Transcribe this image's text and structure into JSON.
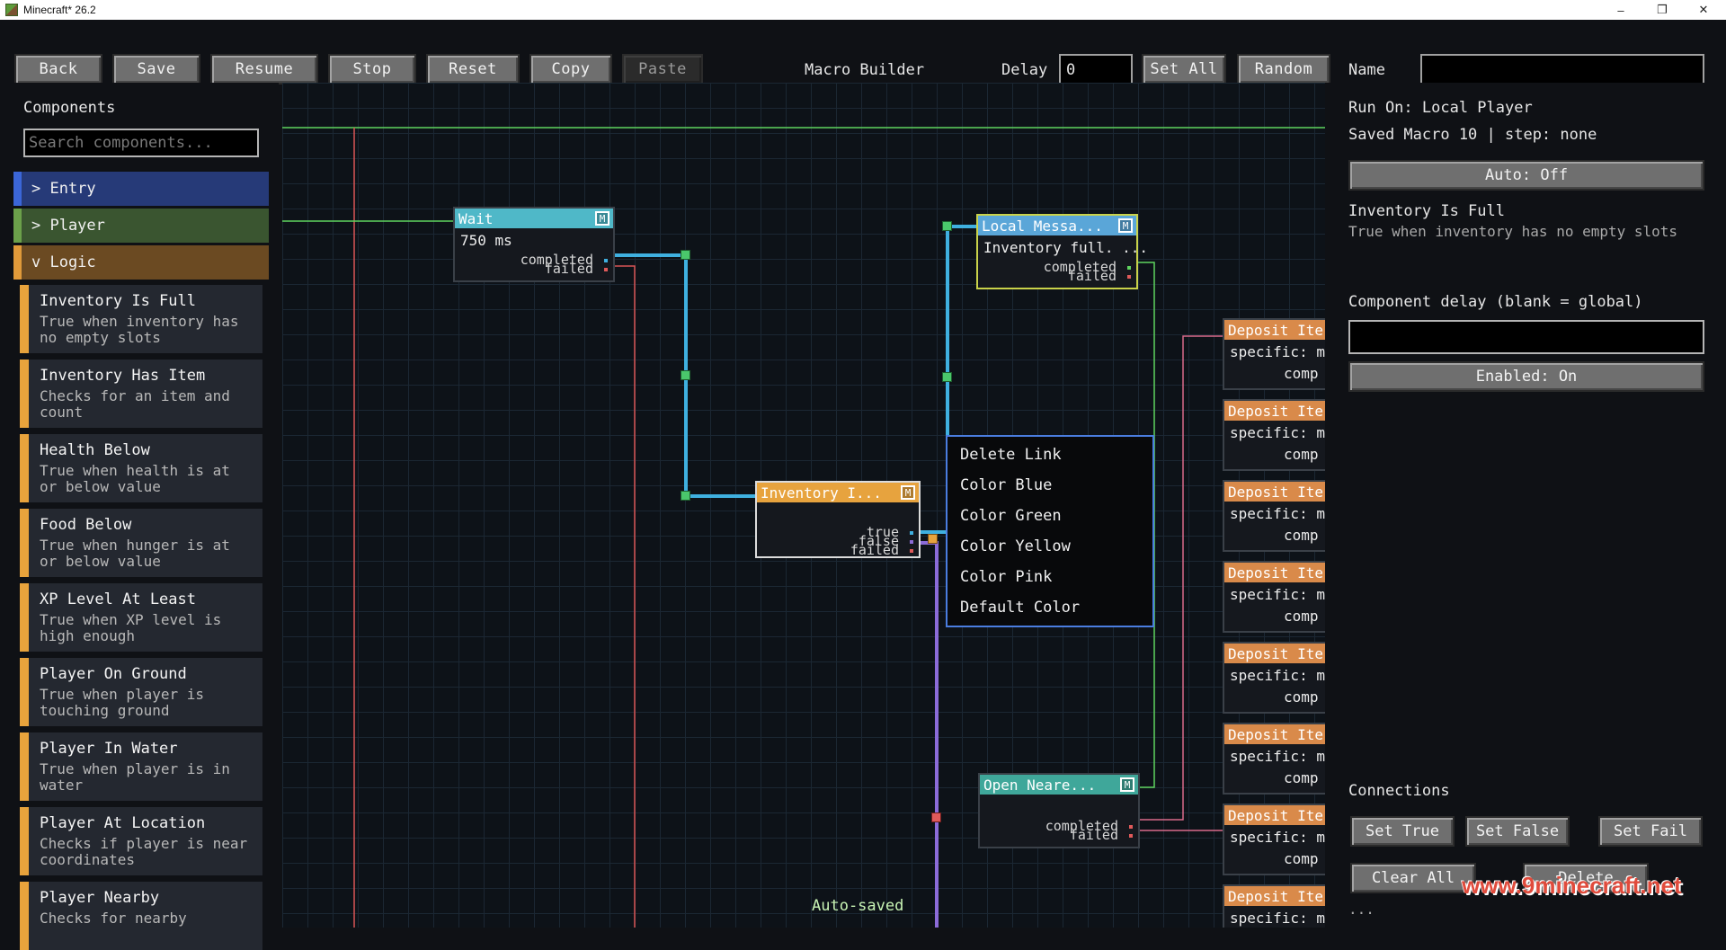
{
  "window": {
    "title": "Minecraft* 26.2",
    "controls": [
      "–",
      "❐",
      "✕"
    ]
  },
  "toolbar": {
    "buttons": [
      "Back",
      "Save",
      "Resume",
      "Stop",
      "Reset",
      "Copy",
      "Paste"
    ],
    "heading": "Macro Builder",
    "delay_label": "Delay",
    "delay_value": "0",
    "set_all": "Set All",
    "random": "Random",
    "name_label": "Name",
    "name_value": ""
  },
  "left": {
    "title": "Components",
    "search_placeholder": "Search components...",
    "categories": [
      {
        "label": "> Entry",
        "color": "#3b66d8"
      },
      {
        "label": "> Player",
        "color": "#6ba04a"
      },
      {
        "label": "v Logic",
        "color": "#e09a3a"
      }
    ],
    "components": [
      {
        "title": "Inventory Is Full",
        "desc": "True when inventory has no empty slots"
      },
      {
        "title": "Inventory Has Item",
        "desc": "Checks for an item and count"
      },
      {
        "title": "Health Below",
        "desc": "True when health is at or below value"
      },
      {
        "title": "Food Below",
        "desc": "True when hunger is at or below value"
      },
      {
        "title": "XP Level At Least",
        "desc": "True when XP level is high enough"
      },
      {
        "title": "Player On Ground",
        "desc": "True when player is touching ground"
      },
      {
        "title": "Player In Water",
        "desc": "True when player is in water"
      },
      {
        "title": "Player At Location",
        "desc": "Checks if player is near coordinates"
      },
      {
        "title": "Player Nearby",
        "desc": "Checks for nearby"
      }
    ]
  },
  "nodes": {
    "wait": {
      "title": "Wait",
      "body": "750 ms",
      "completed": "completed",
      "failed": "failed",
      "m": "M"
    },
    "local_message": {
      "title": "Local Messa...",
      "body": "Inventory full. ...",
      "completed": "completed",
      "failed": "failed",
      "m": "M"
    },
    "inventory": {
      "title": "Inventory I...",
      "true": "true",
      "false": "false",
      "failed": "failed",
      "m": "M"
    },
    "open_nearest": {
      "title": "Open Neare...",
      "completed": "completed",
      "failed": "failed",
      "m": "M"
    },
    "deposit": {
      "title": "Deposit Ite",
      "body": "specific: mi",
      "port": "comp",
      "count": 8
    }
  },
  "context_menu": [
    "Delete Link",
    "Color Blue",
    "Color Green",
    "Color Yellow",
    "Color Pink",
    "Default Color"
  ],
  "status": {
    "autosaved": "Auto-saved"
  },
  "right": {
    "run_on": "Run On: Local Player",
    "saved": "Saved Macro 10 | step: none",
    "auto": "Auto: Off",
    "selected_title": "Inventory Is Full",
    "selected_desc": "True when inventory has no empty slots",
    "delay_label": "Component delay (blank = global)",
    "enabled": "Enabled: On",
    "connections_label": "Connections",
    "set_true": "Set True",
    "set_false": "Set False",
    "set_fail": "Set Fail",
    "clear_all": "Clear All",
    "delete": "Delete",
    "ellipsis": "..."
  },
  "watermark": "www.9minecraft.net",
  "colors": {
    "wire_blue": "#3fb0e0",
    "wire_green": "#5fd45f",
    "wire_red": "#e05a5a",
    "wire_purple": "#8b6bd8",
    "node_cyan": "#4fb8c8",
    "node_orange": "#e7a33e",
    "node_blue": "#5aa6d8",
    "node_teal": "#3fa79a",
    "deposit_orange": "#d98a4a"
  }
}
